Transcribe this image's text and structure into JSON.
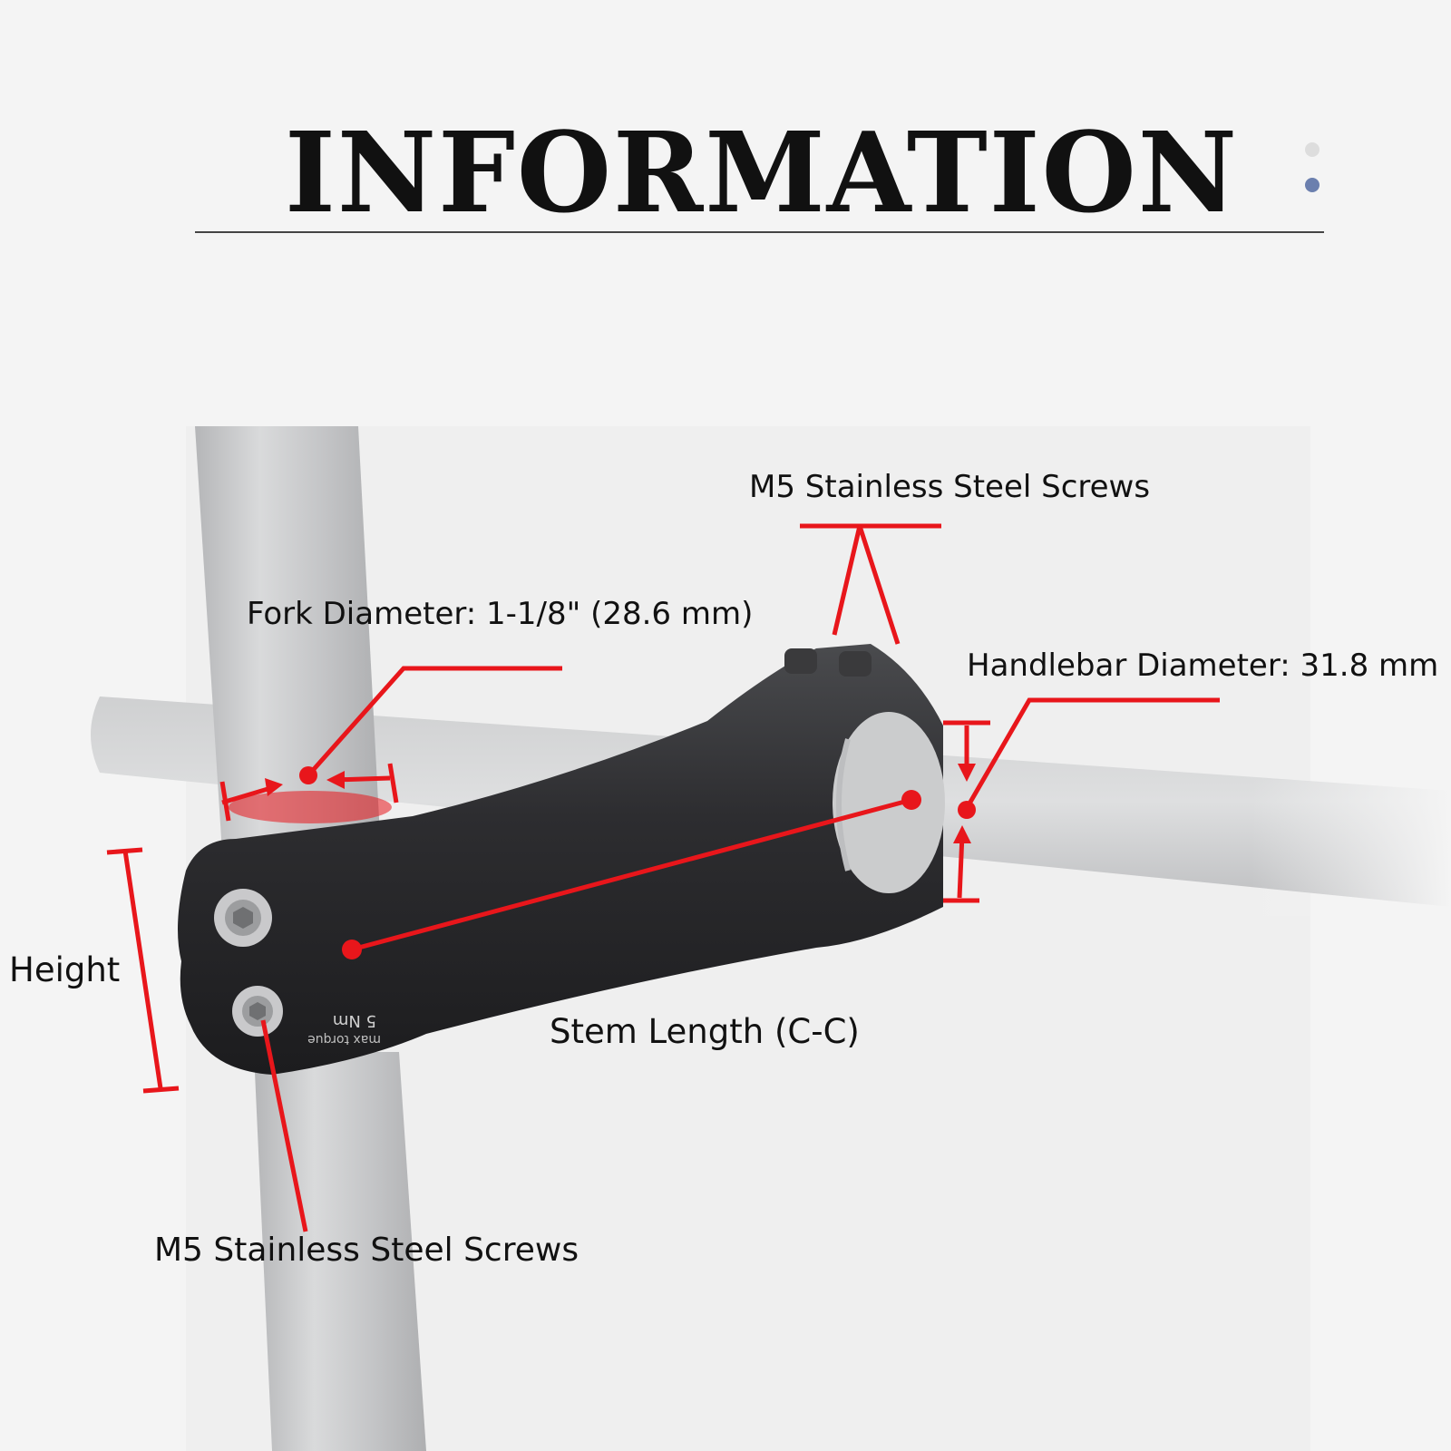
{
  "header": {
    "title": "INFORMATION"
  },
  "labels": {
    "screws_top": "M5 Stainless Steel Screws",
    "fork_diameter": "Fork Diameter: 1-1/8\" (28.6 mm)",
    "handlebar_diameter": "Handlebar Diameter: 31.8 mm",
    "height": "Height",
    "stem_length": "Stem Length (C-C)",
    "screws_bottom": "M5 Stainless Steel Screws"
  },
  "stem_markings": {
    "torque": "5 Nm",
    "text": "max torque"
  },
  "colors": {
    "annotation": "#e8161b",
    "stem_body": "#2b2b2d",
    "tube": "#c9cacb",
    "accent_dot": "#6b7fae"
  }
}
